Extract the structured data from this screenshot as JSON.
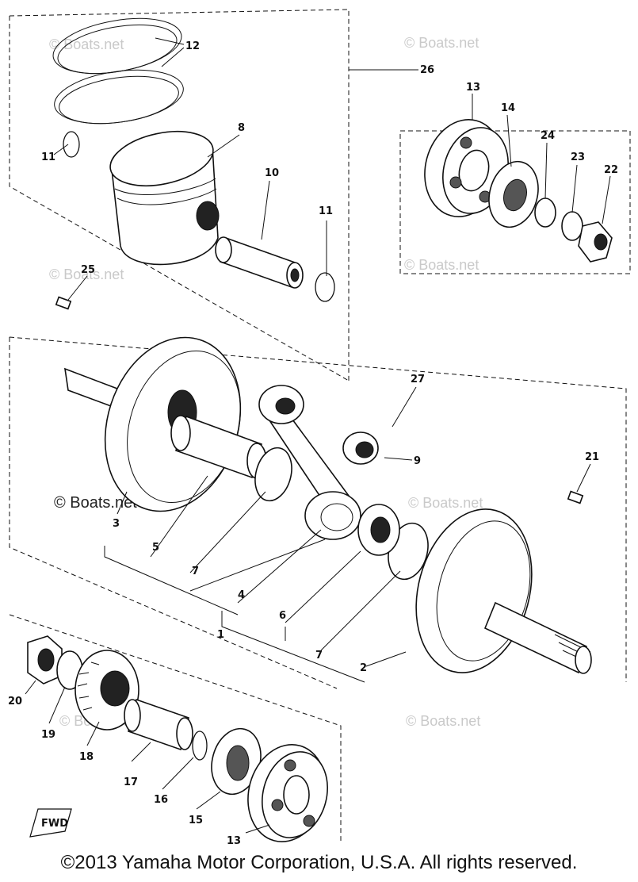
{
  "callouts": [
    "1",
    "2",
    "3",
    "4",
    "5",
    "6",
    "7",
    "7",
    "8",
    "9",
    "10",
    "11",
    "11",
    "12",
    "13",
    "13",
    "14",
    "15",
    "16",
    "17",
    "18",
    "19",
    "20",
    "21",
    "22",
    "23",
    "24",
    "25",
    "26",
    "27"
  ],
  "watermark": "© Boats.net",
  "watermark_bold": "© Boats.net",
  "fwd_label": "FWD",
  "footer": "©2013 Yamaha Motor Corporation, U.S.A. All rights reserved."
}
